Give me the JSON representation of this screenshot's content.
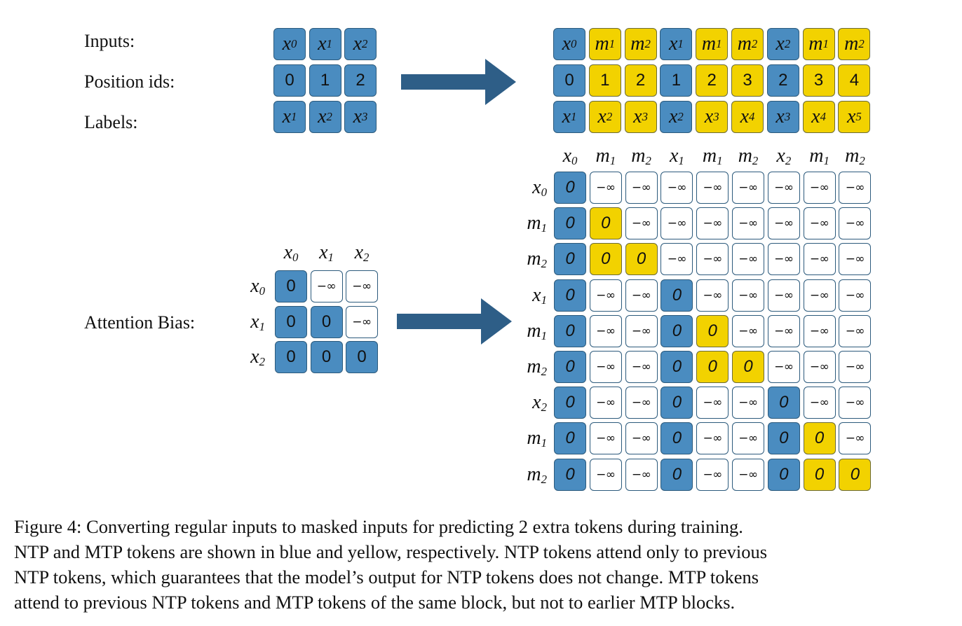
{
  "labels": {
    "inputs": "Inputs:",
    "position_ids": "Position ids:",
    "labels_row": "Labels:",
    "attention_bias": "Attention Bias:"
  },
  "left_grid": {
    "inputs": [
      {
        "base": "x",
        "sub": "0",
        "color": "blue"
      },
      {
        "base": "x",
        "sub": "1",
        "color": "blue"
      },
      {
        "base": "x",
        "sub": "2",
        "color": "blue"
      }
    ],
    "position_ids": [
      "0",
      "1",
      "2"
    ],
    "labels": [
      {
        "base": "x",
        "sub": "1",
        "color": "blue"
      },
      {
        "base": "x",
        "sub": "2",
        "color": "blue"
      },
      {
        "base": "x",
        "sub": "3",
        "color": "blue"
      }
    ]
  },
  "right_grid": {
    "inputs": [
      {
        "base": "x",
        "sub": "0",
        "color": "blue"
      },
      {
        "base": "m",
        "sub": "1",
        "color": "yellow"
      },
      {
        "base": "m",
        "sub": "2",
        "color": "yellow"
      },
      {
        "base": "x",
        "sub": "1",
        "color": "blue"
      },
      {
        "base": "m",
        "sub": "1",
        "color": "yellow"
      },
      {
        "base": "m",
        "sub": "2",
        "color": "yellow"
      },
      {
        "base": "x",
        "sub": "2",
        "color": "blue"
      },
      {
        "base": "m",
        "sub": "1",
        "color": "yellow"
      },
      {
        "base": "m",
        "sub": "2",
        "color": "yellow"
      }
    ],
    "position_ids": [
      "0",
      "1",
      "2",
      "1",
      "2",
      "3",
      "2",
      "3",
      "4"
    ],
    "labels": [
      {
        "base": "x",
        "sub": "1",
        "color": "blue"
      },
      {
        "base": "x",
        "sub": "2",
        "color": "yellow"
      },
      {
        "base": "x",
        "sub": "3",
        "color": "yellow"
      },
      {
        "base": "x",
        "sub": "2",
        "color": "blue"
      },
      {
        "base": "x",
        "sub": "3",
        "color": "yellow"
      },
      {
        "base": "x",
        "sub": "4",
        "color": "yellow"
      },
      {
        "base": "x",
        "sub": "3",
        "color": "blue"
      },
      {
        "base": "x",
        "sub": "4",
        "color": "yellow"
      },
      {
        "base": "x",
        "sub": "5",
        "color": "yellow"
      }
    ]
  },
  "small_attention": {
    "headers": [
      {
        "base": "x",
        "sub": "0"
      },
      {
        "base": "x",
        "sub": "1"
      },
      {
        "base": "x",
        "sub": "2"
      }
    ],
    "matrix": [
      [
        "0",
        "−∞",
        "−∞"
      ],
      [
        "0",
        "0",
        "−∞"
      ],
      [
        "0",
        "0",
        "0"
      ]
    ],
    "colors": [
      [
        "blue",
        "white",
        "white"
      ],
      [
        "blue",
        "blue",
        "white"
      ],
      [
        "blue",
        "blue",
        "blue"
      ]
    ]
  },
  "big_attention": {
    "headers": [
      {
        "base": "x",
        "sub": "0"
      },
      {
        "base": "m",
        "sub": "1"
      },
      {
        "base": "m",
        "sub": "2"
      },
      {
        "base": "x",
        "sub": "1"
      },
      {
        "base": "m",
        "sub": "1"
      },
      {
        "base": "m",
        "sub": "2"
      },
      {
        "base": "x",
        "sub": "2"
      },
      {
        "base": "m",
        "sub": "1"
      },
      {
        "base": "m",
        "sub": "2"
      }
    ],
    "colors": [
      [
        "B",
        "W",
        "W",
        "W",
        "W",
        "W",
        "W",
        "W",
        "W"
      ],
      [
        "B",
        "Y",
        "W",
        "W",
        "W",
        "W",
        "W",
        "W",
        "W"
      ],
      [
        "B",
        "Y",
        "Y",
        "W",
        "W",
        "W",
        "W",
        "W",
        "W"
      ],
      [
        "B",
        "W",
        "W",
        "B",
        "W",
        "W",
        "W",
        "W",
        "W"
      ],
      [
        "B",
        "W",
        "W",
        "B",
        "Y",
        "W",
        "W",
        "W",
        "W"
      ],
      [
        "B",
        "W",
        "W",
        "B",
        "Y",
        "Y",
        "W",
        "W",
        "W"
      ],
      [
        "B",
        "W",
        "W",
        "B",
        "W",
        "W",
        "B",
        "W",
        "W"
      ],
      [
        "B",
        "W",
        "W",
        "B",
        "W",
        "W",
        "B",
        "Y",
        "W"
      ],
      [
        "B",
        "W",
        "W",
        "B",
        "W",
        "W",
        "B",
        "Y",
        "Y"
      ]
    ],
    "zero_text": "0",
    "ninf_text": "−∞"
  },
  "palette": {
    "blue": "#4a8cc0",
    "yellow": "#f2d200",
    "white": "#ffffff",
    "arrow": "#2e5e87"
  },
  "caption": [
    "Figure 4: Converting regular inputs to masked inputs for predicting 2 extra tokens during training.",
    "NTP and MTP tokens are shown in blue and yellow, respectively. NTP tokens attend only to previous",
    "NTP tokens, which guarantees that the model’s output for NTP tokens does not change. MTP tokens",
    "attend to previous NTP tokens and MTP tokens of the same block, but not to earlier MTP blocks."
  ]
}
